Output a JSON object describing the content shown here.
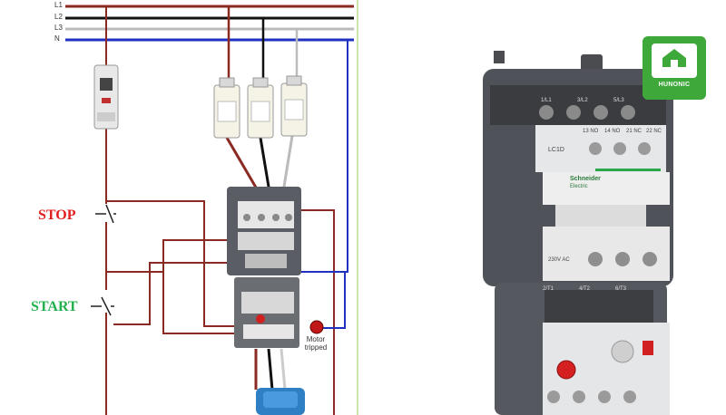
{
  "lines": {
    "l1": "L1",
    "l2": "L2",
    "l3": "L3",
    "n": "N"
  },
  "buttons": {
    "stop": "STOP",
    "start": "START"
  },
  "motor_tripped": "Motor tripped",
  "contactor_model": "LC1D",
  "brand": "Schneider",
  "brand_sub": "Electric",
  "coil_voltage": "230V AC",
  "logo": {
    "text": "HUNONIC",
    "color": "#3ea83b"
  },
  "terminals_top": [
    "1/L1",
    "3/L2",
    "5/L3"
  ],
  "terminals_bottom": [
    "2/T1",
    "4/T2",
    "6/T3"
  ],
  "aux_labels": [
    "13 NO",
    "14 NO",
    "21 NC",
    "22 NC"
  ],
  "colors": {
    "l1": "#8b2a22",
    "l2": "#111111",
    "l3": "#aaaaaa",
    "n": "#2030c0",
    "stop": "#e02020",
    "start": "#22b14c"
  }
}
